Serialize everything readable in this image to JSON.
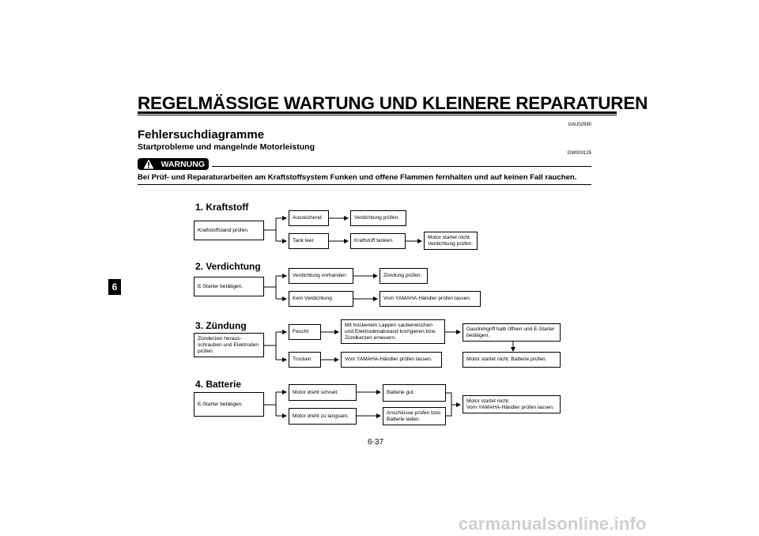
{
  "header": {
    "title": "REGELMÄSSIGE WARTUNG UND KLEINERE REPARATUREN"
  },
  "codes": {
    "section": "GAU02990",
    "warning": "GW000125"
  },
  "section": {
    "title": "Fehlersuchdiagramme",
    "subtitle": "Startprobleme und mangelnde Motorleistung"
  },
  "warning": {
    "label": "WARNUNG",
    "text": "Bei Prüf- und Reparaturarbeiten am Kraftstoffsystem Funken und offene Flammen fernhalten und auf keinen Fall rauchen."
  },
  "chapter_tab": "6",
  "steps": {
    "kraftstoff": {
      "title": "1. Kraftstoff",
      "start": "Kraftstoffstand prüfen.",
      "ausreichend": "Ausreichend",
      "verdichtung_pruefen": "Verdichtung prüfen.",
      "tank_leer": "Tank leer",
      "tanken": "Kraftstoff tanken.",
      "startet_nicht": "Motor startet nicht.\nVerdichtung prüfen."
    },
    "verdichtung": {
      "title": "2. Verdichtung",
      "start": "E-Starter betätigen.",
      "vorhanden": "Verdichtung vorhanden",
      "zuendung_pruefen": "Zündung prüfen.",
      "keine": "Kein Verdichtung",
      "haendler": "Vom YAMAHA-Händler prüfen lassen."
    },
    "zuendung": {
      "title": "3. Zündung",
      "start": "Zünderzen heraus-\nschrauben und Elektroden\nprüfen.",
      "feucht": "Feucht",
      "lappen": "Mit trockenem Lappen sauberwischen\nund Elektrodenabstand korrigieren bzw.\nZündkerzen erneuern.",
      "gasdrehgriff": "Gasdrehgriff halb öffnen und E-Starter\nbetätigen.",
      "trocken": "Trocken",
      "haendler": "Vom YAMAHA-Händler prüfen lassen.",
      "batterie_pruefen": "Motor startet nicht. Batterie prüfen."
    },
    "batterie": {
      "title": "4. Batterie",
      "start": "E-Starter betätigen.",
      "schnell": "Motor dreht schnell.",
      "gut": "Batterie gut.",
      "langsam": "Motor dreht zu langsam.",
      "anschluesse": "Anschlüsse prüfen bzw.\nBatterie laden.",
      "haendler": "Motor startet nicht.\nVom YAMAHA-Händler prüfen lassen."
    }
  },
  "page_number": "6-37",
  "watermark": "carmanualsonline.info"
}
